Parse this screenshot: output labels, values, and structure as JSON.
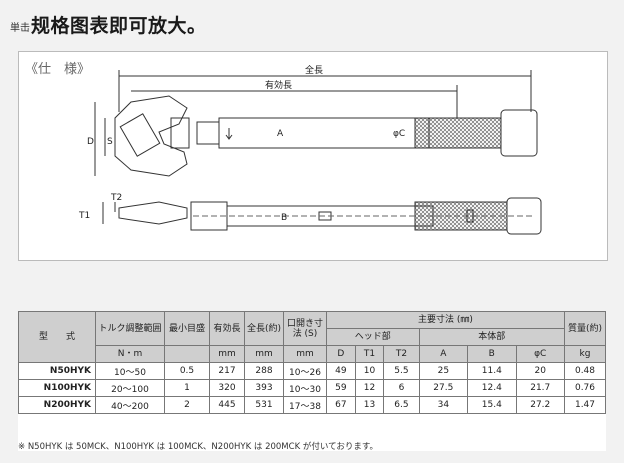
{
  "header": {
    "small": "単击",
    "title": "规格图表即可放大。"
  },
  "drawing": {
    "spec_label": "《仕　様》",
    "dims": {
      "overall": "全長",
      "effective": "有効長",
      "A": "A",
      "B": "B",
      "phiC": "φC",
      "D": "D",
      "S": "S",
      "T1": "T1",
      "T2": "T2"
    }
  },
  "table": {
    "h_model": "型　　式",
    "h_torque": "トルク調整範囲",
    "h_min": "最小目盛",
    "h_eff": "有効長",
    "h_total": "全長(約)",
    "h_opening": "口開き寸法 (S)",
    "h_main": "主要寸法 (㎜)",
    "h_head": "ヘッド部",
    "h_body": "本体部",
    "h_mass": "質量(約)",
    "sub": [
      "D",
      "T1",
      "T2",
      "A",
      "B",
      "φC"
    ],
    "units": {
      "torque": "N・m",
      "eff": "mm",
      "total": "mm",
      "opening": "mm",
      "mass": "kg"
    },
    "rows": [
      [
        "N50HYK",
        "10〜50",
        "0.5",
        "217",
        "288",
        "10〜26",
        "49",
        "10",
        "5.5",
        "25",
        "11.4",
        "20",
        "0.48"
      ],
      [
        "N100HYK",
        "20〜100",
        "1",
        "320",
        "393",
        "10〜30",
        "59",
        "12",
        "6",
        "27.5",
        "12.4",
        "21.7",
        "0.76"
      ],
      [
        "N200HYK",
        "40〜200",
        "2",
        "445",
        "531",
        "17〜38",
        "67",
        "13",
        "6.5",
        "34",
        "15.4",
        "27.2",
        "1.47"
      ]
    ]
  },
  "note": "※ N50HYK は 50MCK、N100HYK は 100MCK、N200HYK は 200MCK が付いております。"
}
